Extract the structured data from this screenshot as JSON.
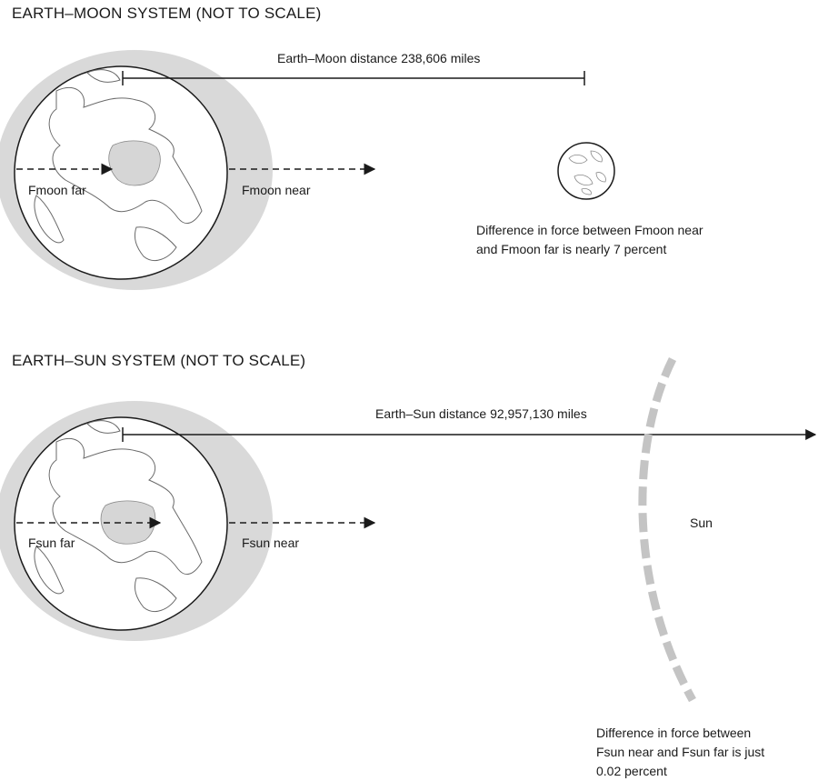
{
  "moon_system": {
    "title": "EARTH–MOON SYSTEM (NOT TO SCALE)",
    "distance_label": "Earth–Moon distance",
    "distance_value": "238,606 miles",
    "far_label": "Fmoon far",
    "near_label": "Fmoon near",
    "note_line1": "Difference in force between Fmoon near",
    "note_line2": "and Fmoon far is nearly 7 percent"
  },
  "sun_system": {
    "title": "EARTH–SUN SYSTEM (NOT TO SCALE)",
    "distance_label": "Earth–Sun distance",
    "distance_value": "92,957,130 miles",
    "far_label": "Fsun far",
    "near_label": "Fsun near",
    "sun_label": "Sun",
    "note_line1": "Difference in force between",
    "note_line2": "Fsun near and Fsun far is just",
    "note_line3": "0.02 percent"
  },
  "colors": {
    "tidal_bulge": "#d9d9d9",
    "land": "#d6d6d6",
    "ink": "#1a1a1a",
    "sun_rays": "#c4c4c4"
  }
}
